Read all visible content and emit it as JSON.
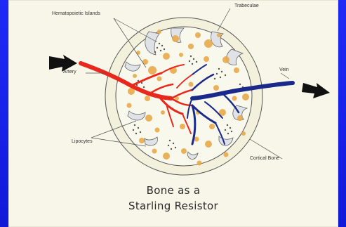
{
  "labels": {
    "hematopoietic": "Hematopoietic Islands",
    "trabeculae": "Trabeculae",
    "artery": "Artery",
    "vein": "Vein",
    "lipocytes": "Lipocytes",
    "cortical": "Cortical Bone"
  },
  "caption": {
    "line1": "Bone as a",
    "line2": "Starling Resistor"
  },
  "colors": {
    "artery": "#e8281c",
    "vein": "#1a2a8a",
    "lipocyte": "#e8a84a",
    "card": "#f7f6e9",
    "background": "#1a23f0"
  }
}
